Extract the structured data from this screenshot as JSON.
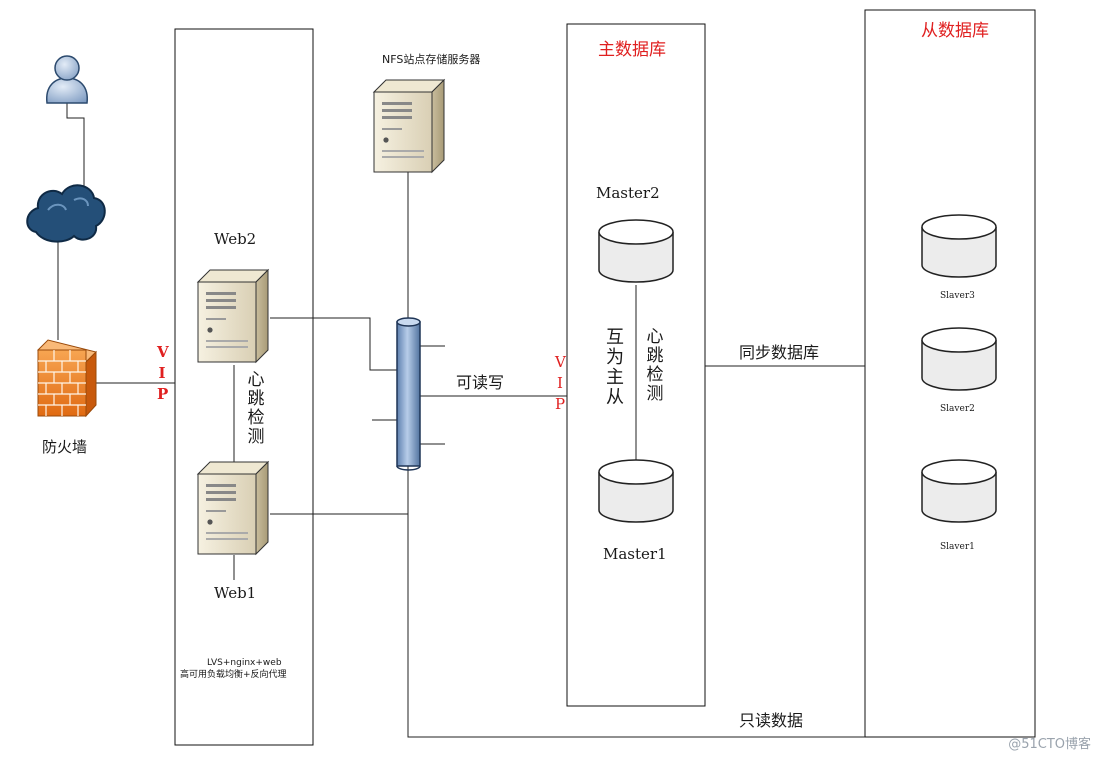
{
  "labels": {
    "nfs": "NFS站点存储服务器",
    "master_zone": "主数据库",
    "slave_zone": "从数据库",
    "web2": "Web2",
    "web1": "Web1",
    "firewall": "防火墙",
    "vip": "VIP",
    "heartbeat": "心跳检测",
    "mutual_master": "互为主从",
    "read_write": "可读写",
    "sync_db": "同步数据库",
    "read_only": "只读数据",
    "master2": "Master2",
    "master1": "Master1",
    "slaver3": "Slaver3",
    "slaver2": "Slaver2",
    "slaver1": "Slaver1",
    "lvs_line1": "LVS+nginx+web",
    "lvs_line2": "高可用负载均衡+反向代理"
  },
  "watermark": "@51CTO博客",
  "colors": {
    "accent_red": "#e02020",
    "line": "#222222",
    "bus_blue": "#8fb0d8",
    "cloud": "#2e5d86",
    "firewall": "#f28a2e"
  },
  "icons": [
    "user-icon",
    "cloud-icon",
    "firewall-icon",
    "server-icon",
    "database-icon",
    "bus-icon"
  ]
}
